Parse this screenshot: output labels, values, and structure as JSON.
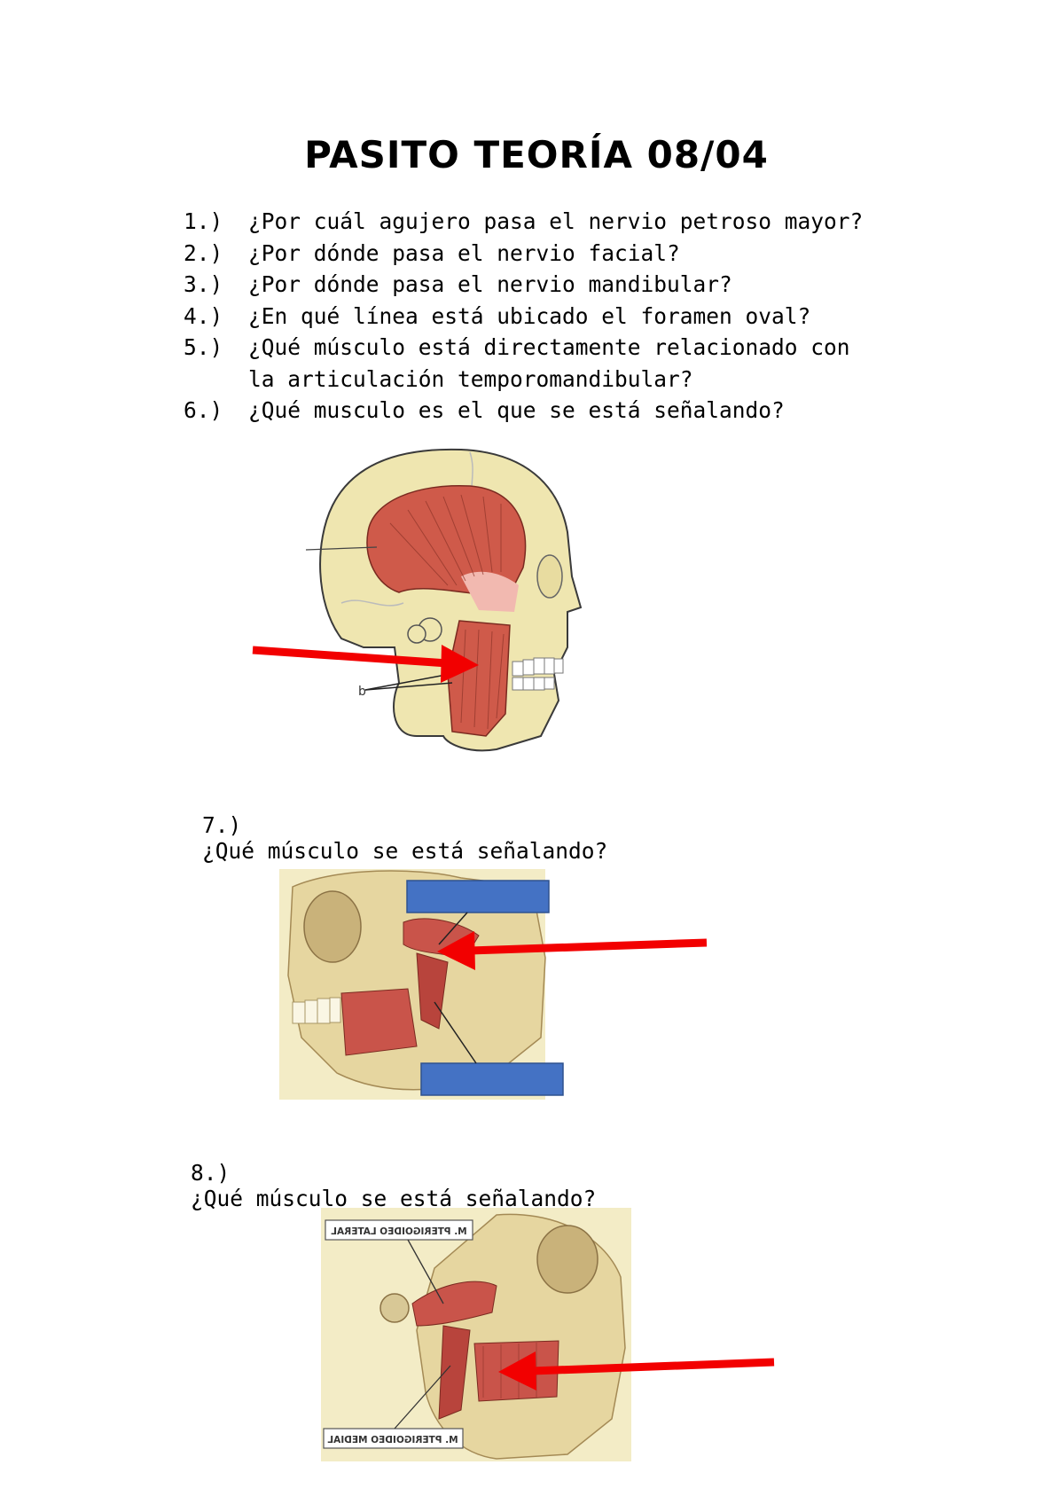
{
  "title": "PASITO TEORÍA 08/04",
  "questions": [
    {
      "num": "1.)",
      "text": "¿Por cuál agujero pasa el nervio petroso mayor?"
    },
    {
      "num": "2.)",
      "text": "¿Por dónde pasa el nervio facial?"
    },
    {
      "num": "3.)",
      "text": "¿Por dónde pasa el nervio mandibular?"
    },
    {
      "num": "4.)",
      "text": "¿En qué línea está ubicado el foramen oval?"
    },
    {
      "num": "5.)",
      "text": "¿Qué músculo está directamente relacionado con\nla articulación temporomandibular?"
    },
    {
      "num": "6.)",
      "text": "¿Qué musculo es el que se está señalando?"
    }
  ],
  "q7": {
    "num": "7.)",
    "text": "¿Qué músculo se está señalando?"
  },
  "q8": {
    "num": "8.)",
    "text": "¿Qué músculo se está señalando?"
  },
  "figure1": {
    "label_b": "b"
  },
  "figure3": {
    "label_top": "M. PTERIGOIDEO LATERAL",
    "label_bottom": "M. PTERIGOIDEO MEDIAL"
  },
  "colors": {
    "arrow": "#f20000",
    "label_box": "#4472c4",
    "muscle": "#cf5a4a",
    "bone": "#efe6b0"
  }
}
